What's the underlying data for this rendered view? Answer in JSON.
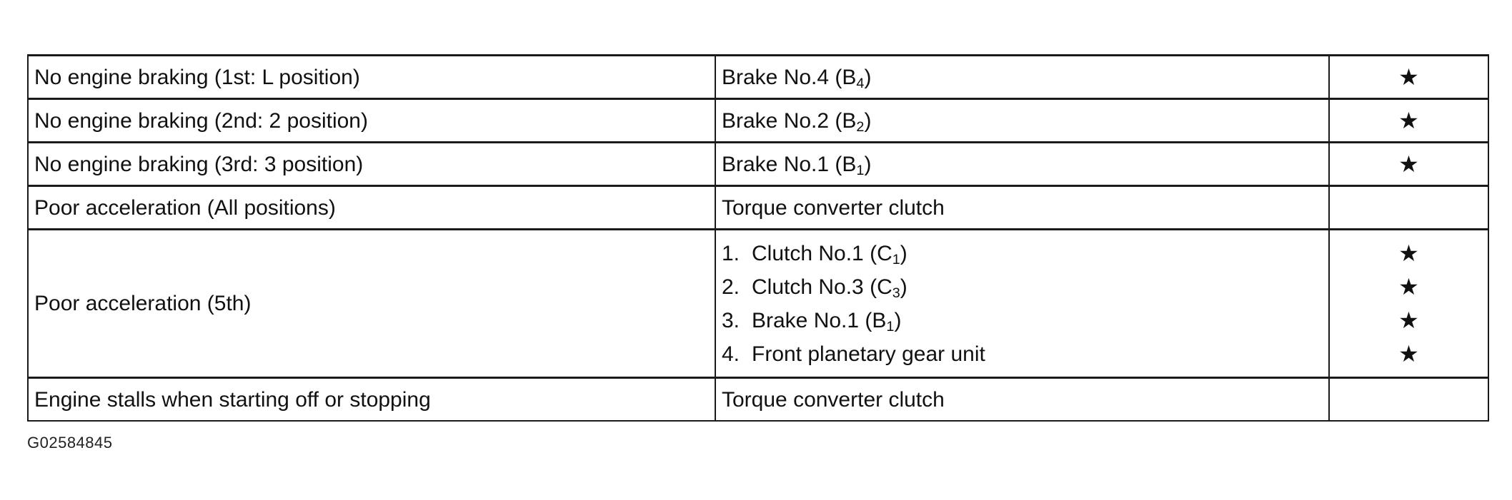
{
  "rows": [
    {
      "symptom": "No engine braking (1st: L position)",
      "parts": [
        {
          "prefix": "Brake No.4 (B",
          "sub": "4",
          "suffix": ")"
        }
      ],
      "marks": [
        "★"
      ]
    },
    {
      "symptom": "No engine braking (2nd: 2 position)",
      "parts": [
        {
          "prefix": "Brake No.2 (B",
          "sub": "2",
          "suffix": ")"
        }
      ],
      "marks": [
        "★"
      ]
    },
    {
      "symptom": "No engine braking (3rd: 3 position)",
      "parts": [
        {
          "prefix": "Brake No.1 (B",
          "sub": "1",
          "suffix": ")"
        }
      ],
      "marks": [
        "★"
      ]
    },
    {
      "symptom": "Poor acceleration (All positions)",
      "parts": [
        {
          "prefix": "Torque converter clutch",
          "sub": "",
          "suffix": ""
        }
      ],
      "marks": [
        ""
      ]
    },
    {
      "symptom": "Poor acceleration (5th)",
      "parts": [
        {
          "num": "1.",
          "prefix": "Clutch No.1 (C",
          "sub": "1",
          "suffix": ")"
        },
        {
          "num": "2.",
          "prefix": "Clutch No.3 (C",
          "sub": "3",
          "suffix": ")"
        },
        {
          "num": "3.",
          "prefix": "Brake No.1 (B",
          "sub": "1",
          "suffix": ")"
        },
        {
          "num": "4.",
          "prefix": "Front planetary gear unit",
          "sub": "",
          "suffix": ""
        }
      ],
      "marks": [
        "★",
        "★",
        "★",
        "★"
      ]
    },
    {
      "symptom": "Engine stalls when starting off or stopping",
      "parts": [
        {
          "prefix": "Torque converter clutch",
          "sub": "",
          "suffix": ""
        }
      ],
      "marks": [
        ""
      ]
    }
  ],
  "figure_code": "G02584845"
}
